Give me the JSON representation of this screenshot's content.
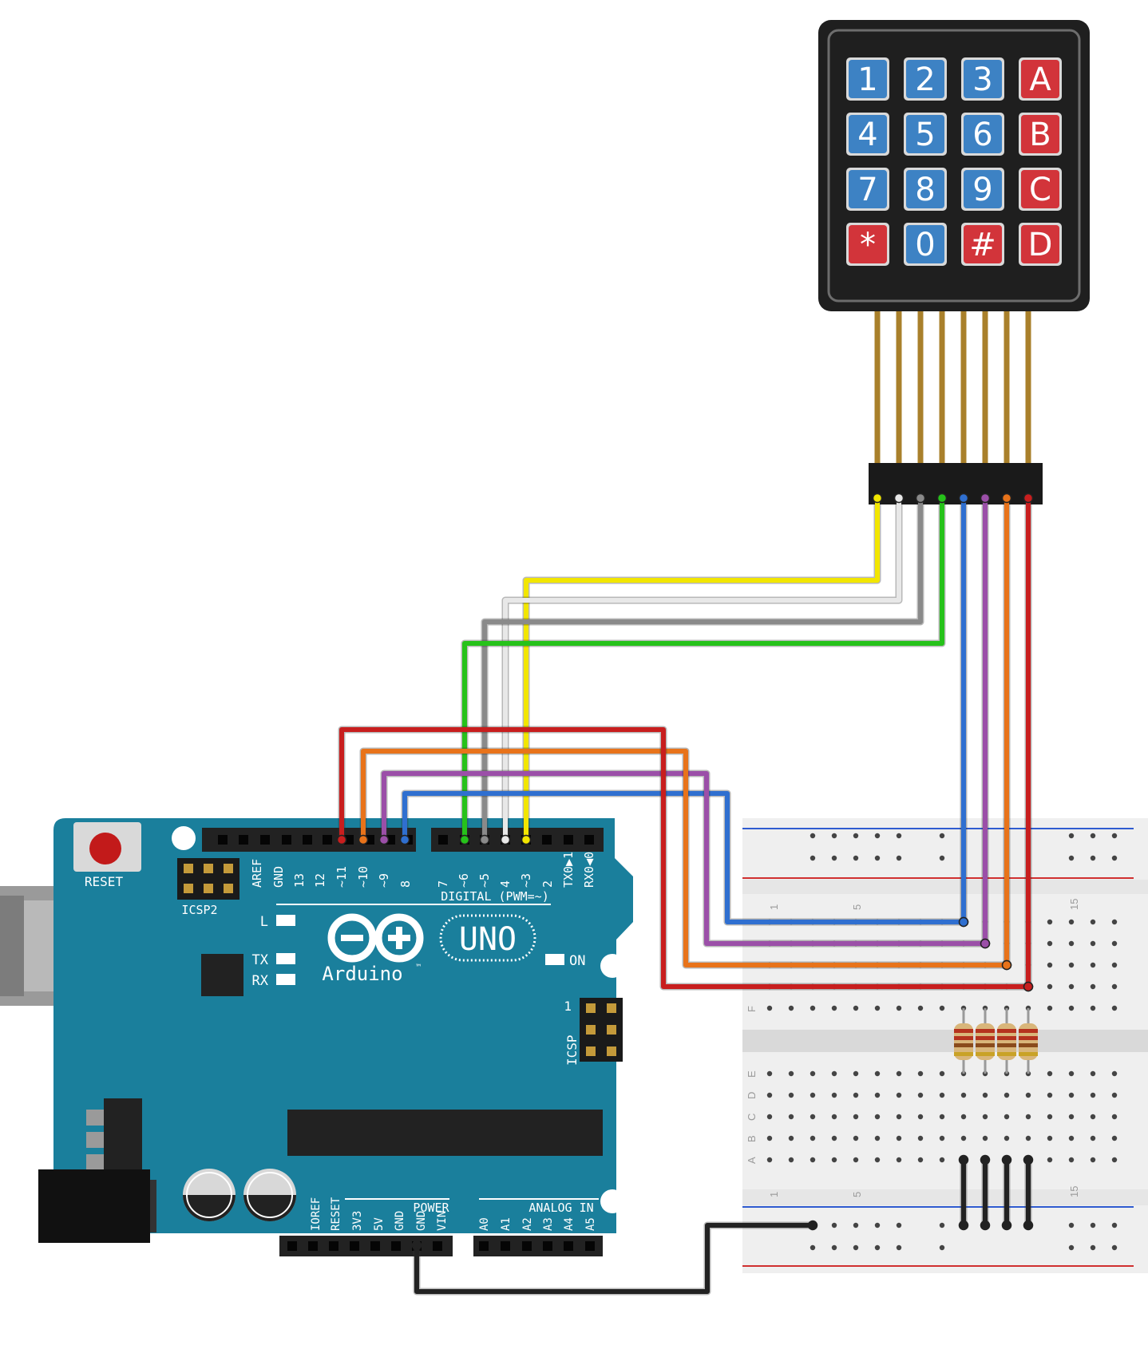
{
  "keypad": {
    "keys": [
      {
        "label": "1",
        "kind": "num"
      },
      {
        "label": "2",
        "kind": "num"
      },
      {
        "label": "3",
        "kind": "num"
      },
      {
        "label": "A",
        "kind": "letter"
      },
      {
        "label": "4",
        "kind": "num"
      },
      {
        "label": "5",
        "kind": "num"
      },
      {
        "label": "6",
        "kind": "num"
      },
      {
        "label": "B",
        "kind": "letter"
      },
      {
        "label": "7",
        "kind": "num"
      },
      {
        "label": "8",
        "kind": "num"
      },
      {
        "label": "9",
        "kind": "num"
      },
      {
        "label": "C",
        "kind": "letter"
      },
      {
        "label": "*",
        "kind": "letter"
      },
      {
        "label": "0",
        "kind": "num"
      },
      {
        "label": "#",
        "kind": "letter"
      },
      {
        "label": "D",
        "kind": "letter"
      }
    ],
    "colors": {
      "num": "#3d82c4",
      "letter": "#d2343a",
      "body": "#2a2a2a"
    }
  },
  "arduino": {
    "reset_label": "RESET",
    "icsp2_label": "ICSP2",
    "icsp_label": "ICSP",
    "icsp_pin1": "1",
    "digital_label": "DIGITAL (PWM=~)",
    "digital_pins": [
      "AREF",
      "GND",
      "13",
      "12",
      "~11",
      "~10",
      "~9",
      "8",
      "7",
      "~6",
      "~5",
      "4",
      "~3",
      "2",
      "TX0▶1",
      "RX0◀0"
    ],
    "led_l": "L",
    "led_tx": "TX",
    "led_rx": "RX",
    "led_on": "ON",
    "logo_text": "Arduino",
    "logo_tm": "™",
    "uno_label": "UNO",
    "power_label": "POWER",
    "analog_label": "ANALOG IN",
    "power_pins": [
      "IOREF",
      "RESET",
      "3V3",
      "5V",
      "GND",
      "GND",
      "VIN"
    ],
    "analog_pins": [
      "A0",
      "A1",
      "A2",
      "A3",
      "A4",
      "A5"
    ],
    "board_color": "#1a7f9c"
  },
  "breadboard": {
    "row_letters_top": [
      "F"
    ],
    "row_letters_bottom": [
      "E",
      "D",
      "C",
      "B",
      "A"
    ],
    "col_numbers": [
      "1",
      "5",
      "15"
    ]
  },
  "wire_colors": {
    "yellow": "#f2e600",
    "white": "#e8e8e8",
    "gray": "#8a8a8a",
    "green": "#26c21a",
    "blue": "#2f6fd0",
    "purple": "#9b4fa8",
    "orange": "#e8731a",
    "red": "#c81e1e",
    "black": "#222222"
  }
}
